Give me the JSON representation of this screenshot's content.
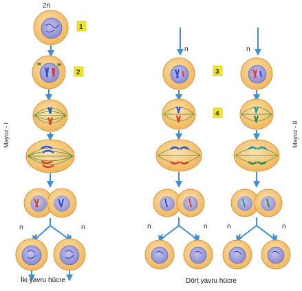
{
  "labels": {
    "ploidy_2n": "2n",
    "n": "n",
    "side_left": "Mayoz - I",
    "side_right": "Mayoz - II",
    "caption_left": "İki yavru hücre",
    "caption_right": "Dört yavru hücre"
  },
  "steps": [
    "1",
    "2",
    "3",
    "4"
  ],
  "colors": {
    "cell_fill": "#f4c67a",
    "cell_stroke": "#d89540",
    "nucleus_fill": "#9b9bd8",
    "arrow": "#3a8fd8",
    "spindle": "#4a8a3a",
    "chrom_blue": "#2d4fd0",
    "chrom_red": "#d8402a",
    "badge": "#f2e62a"
  }
}
